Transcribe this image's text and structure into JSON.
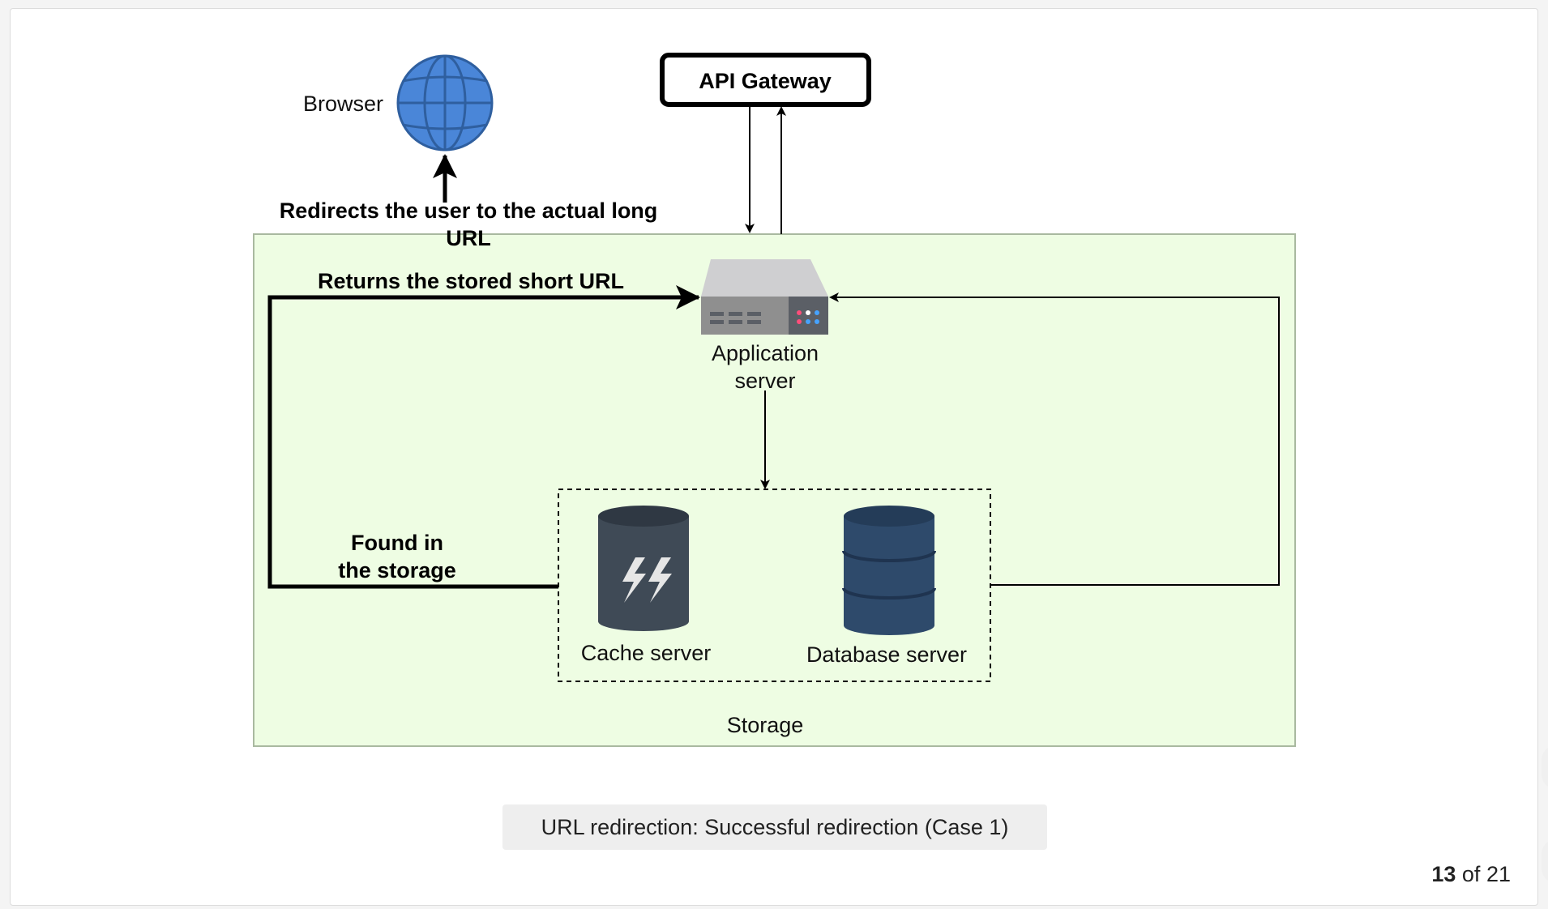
{
  "diagram": {
    "nodes": {
      "browser": "Browser",
      "api_gateway": "API Gateway",
      "app_server_line1": "Application",
      "app_server_line2": "server",
      "cache_server": "Cache server",
      "database_server": "Database server",
      "storage": "Storage"
    },
    "edge_labels": {
      "redirect_line1": "Redirects the user to the actual long",
      "redirect_line2": "URL",
      "returns_short_url": "Returns the stored short URL",
      "found_line1": "Found in",
      "found_line2": "the storage"
    },
    "colors": {
      "storage_fill": "#eefde3",
      "storage_border": "#a9b9a0",
      "globe": "#4a86d8",
      "cache": "#3f4a56",
      "database": "#2e4a6b"
    }
  },
  "caption": "URL redirection: Successful redirection (Case 1)",
  "pager": {
    "current": "13",
    "separator": "of",
    "total": "21"
  }
}
